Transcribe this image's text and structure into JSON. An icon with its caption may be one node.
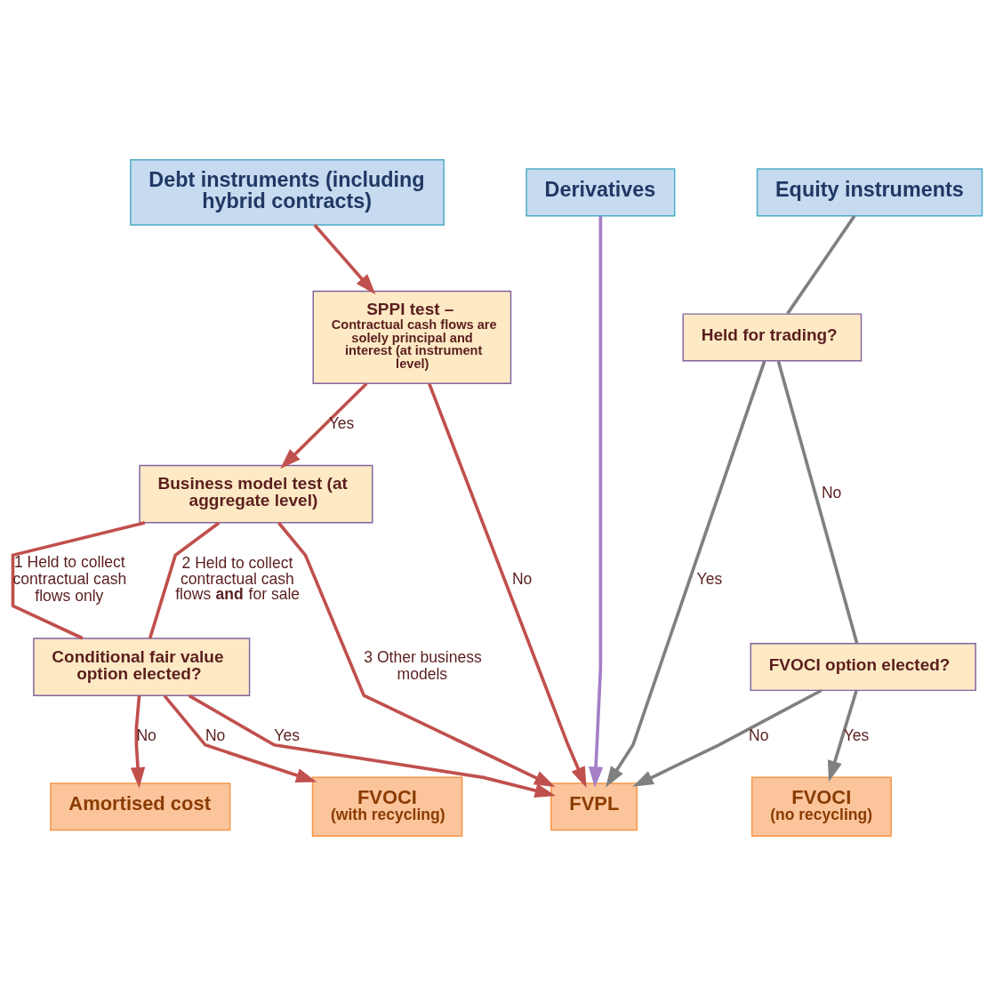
{
  "diagram": {
    "nodes": [
      {
        "text": [
          "Debt instruments (including hybrid contracts)"
        ]
      },
      {
        "text": [
          "Derivatives"
        ]
      },
      {
        "text": [
          "Equity instruments"
        ]
      },
      {
        "text": [
          "SPPI test –",
          "Contractual cash flows are solely principal and interest (at instrument level)"
        ]
      },
      {
        "text": [
          "Business model test (at aggregate level)"
        ]
      },
      {
        "text": [
          "Held for trading?"
        ]
      },
      {
        "text": [
          "Conditional fair value option elected?"
        ]
      },
      {
        "text": [
          "FVOCI option elected?"
        ]
      },
      {
        "text": [
          "Amortised cost"
        ]
      },
      {
        "text": [
          "FVOCI",
          "(with recycling)"
        ]
      },
      {
        "text": [
          "FVPL"
        ]
      },
      {
        "text": [
          "FVOCI",
          "(no recycling)"
        ]
      }
    ],
    "edges": [
      {
        "from": 0,
        "to": 3,
        "arrow": "to"
      },
      {
        "from": 3,
        "to": 10,
        "arrow": "to",
        "label": "No"
      },
      {
        "from": 3,
        "to": 4,
        "arrow": "to",
        "label": "Yes"
      },
      {
        "from": 4,
        "to": 6,
        "arrow": "none",
        "label": "1 Held to collect contractual cash flows only"
      },
      {
        "from": 4,
        "to": 6,
        "arrow": "none",
        "label": "2 Held to collect contractual cash flows **and** for sale"
      },
      {
        "from": 4,
        "to": 10,
        "arrow": "to",
        "label": "3 Other business models"
      },
      {
        "from": 6,
        "to": 10,
        "arrow": "to",
        "label": "Yes"
      },
      {
        "from": 6,
        "to": 8,
        "arrow": "to",
        "label": "No"
      },
      {
        "from": 6,
        "to": 9,
        "arrow": "to",
        "label": "No"
      },
      {
        "from": 1,
        "to": 10,
        "arrow": "to",
        "color": "#a57fc8"
      },
      {
        "from": 2,
        "to": 5,
        "arrow": "none",
        "color": "#808080"
      },
      {
        "from": 5,
        "to": 10,
        "arrow": "to",
        "label": "Yes",
        "color": "#808080"
      },
      {
        "from": 5,
        "to": 7,
        "arrow": "none",
        "label": "No",
        "color": "#808080"
      },
      {
        "from": 7,
        "to": 10,
        "arrow": "to",
        "label": "No",
        "color": "#808080"
      },
      {
        "from": 7,
        "to": 11,
        "arrow": "to",
        "label": "Yes",
        "color": "#808080"
      }
    ]
  }
}
